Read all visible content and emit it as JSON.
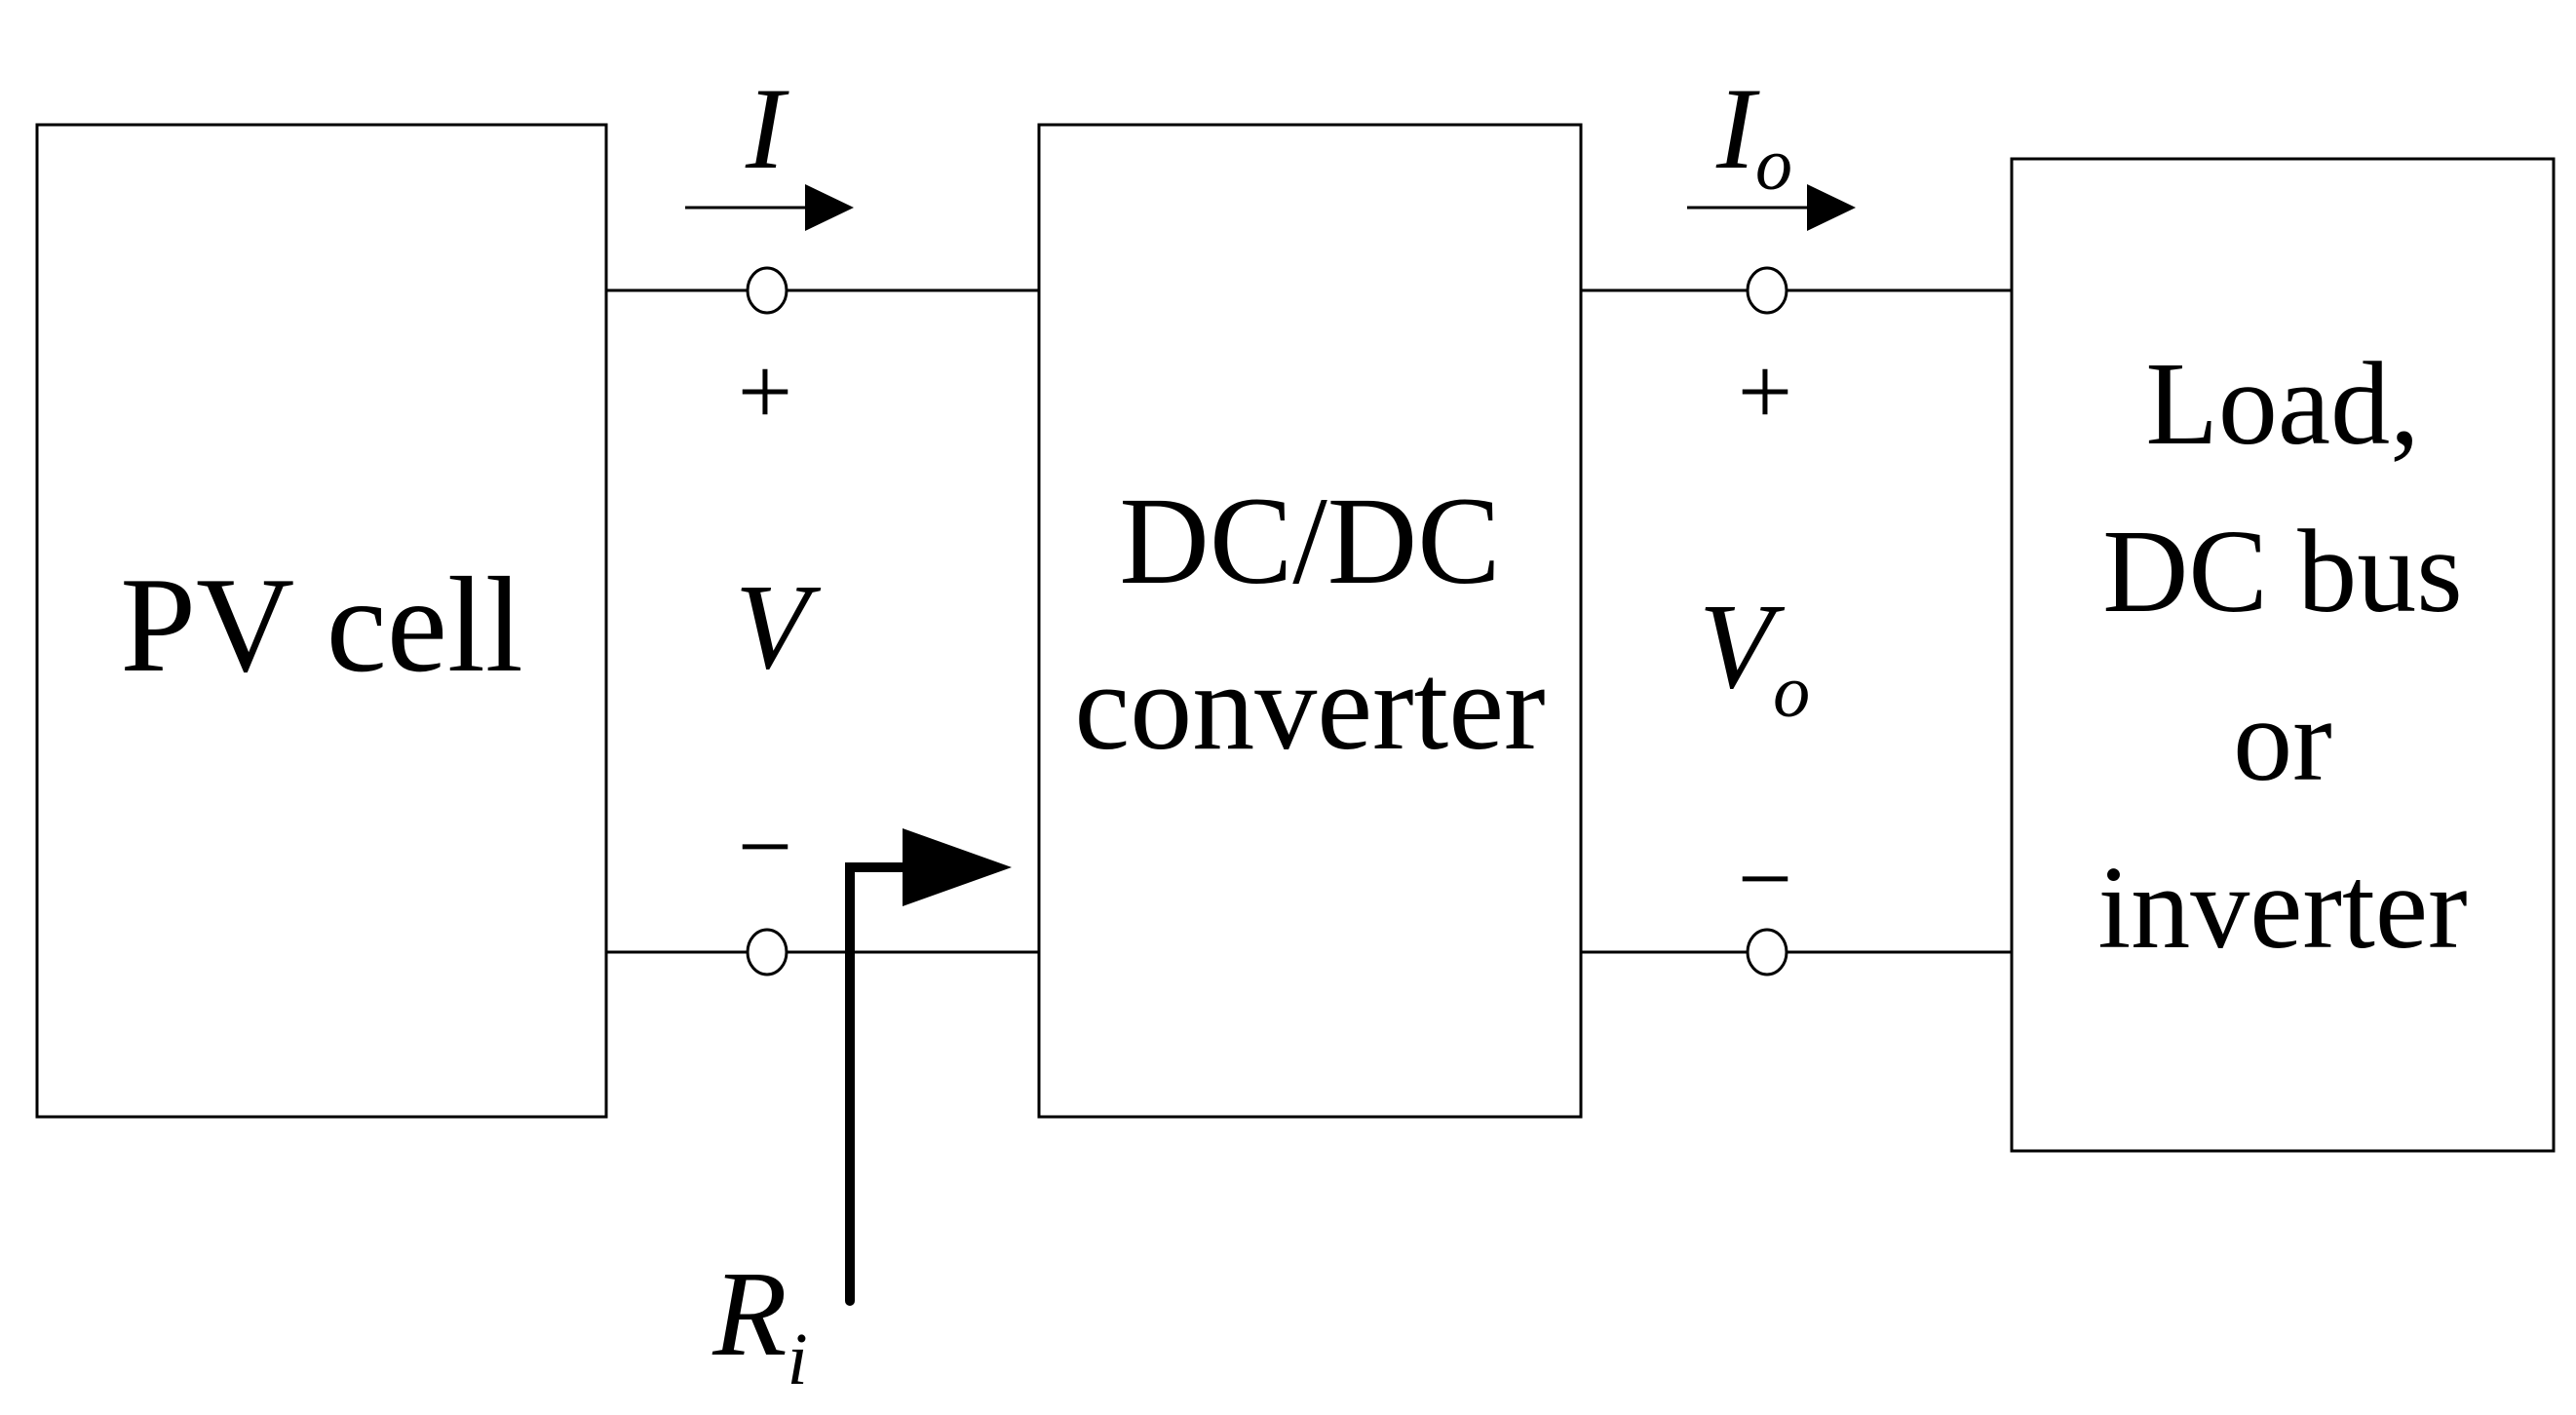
{
  "blocks": {
    "pv_cell": "PV cell",
    "converter": [
      "DC/DC",
      "converter"
    ],
    "load": [
      "Load,",
      "DC bus",
      "or",
      "inverter"
    ]
  },
  "input_side": {
    "current_label": "I",
    "plus": "+",
    "voltage_label": "V",
    "minus": "−"
  },
  "output_side": {
    "current_label": "I",
    "current_subscript": "o",
    "plus": "+",
    "voltage_label": "V",
    "voltage_subscript": "o",
    "minus": "−"
  },
  "input_resistance": {
    "label": "R",
    "subscript": "i"
  }
}
